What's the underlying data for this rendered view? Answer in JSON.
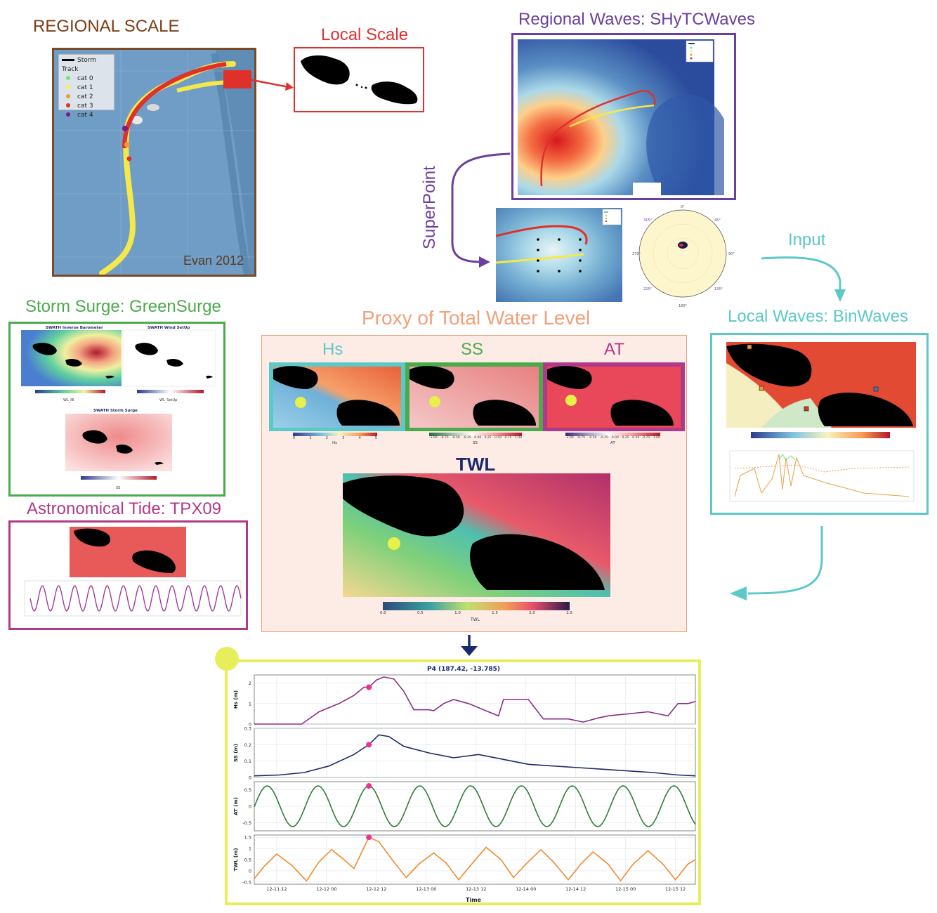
{
  "titles": {
    "regional_scale": "REGIONAL SCALE",
    "local_scale": "Local Scale",
    "regional_waves": "Regional Waves: SHyTCWaves",
    "superpoint": "SuperPoint",
    "input": "Input",
    "local_waves": "Local Waves: BinWaves",
    "storm_surge": "Storm Surge: GreenSurge",
    "astronomical_tide": "Astronomical Tide: TPX09",
    "proxy_twl": "Proxy of Total Water Level",
    "hs": "Hs",
    "ss": "SS",
    "at": "AT",
    "twl": "TWL"
  },
  "regional_map": {
    "credit": "Evan 2012",
    "legend": [
      {
        "label": "Storm Track",
        "color": "#000000"
      },
      {
        "label": "cat 0",
        "color": "#7be07b"
      },
      {
        "label": "cat 1",
        "color": "#f6ef5b"
      },
      {
        "label": "cat 2",
        "color": "#f39a32"
      },
      {
        "label": "cat 3",
        "color": "#e0302a"
      },
      {
        "label": "cat 4",
        "color": "#7a1a8a"
      }
    ]
  },
  "storm_surge": {
    "panels": [
      {
        "title": "SWATH Inverse Barometer",
        "xlabel": "WL_IB"
      },
      {
        "title": "SWATH Wind SetUp",
        "xlabel": "WL_SetUp"
      },
      {
        "title": "SWATH Storm Surge",
        "xlabel": "SS"
      }
    ]
  },
  "proxy_colorbars": {
    "hs": {
      "label": "Hs",
      "ticks": [
        "0",
        "1",
        "2",
        "3",
        "4",
        "5"
      ]
    },
    "ss": {
      "label": "SS",
      "ticks": [
        "-1.00",
        "-0.75",
        "-0.50",
        "-0.25",
        "0.00",
        "0.25",
        "0.50",
        "0.75",
        "1.00"
      ]
    },
    "at": {
      "label": "AT",
      "ticks": [
        "-1.00",
        "-0.75",
        "-0.50",
        "-0.25",
        "0.00",
        "0.25",
        "0.50",
        "0.75",
        "1.00"
      ]
    },
    "twl": {
      "label": "TWL",
      "ticks": [
        "0.0",
        "0.5",
        "1.0",
        "1.5",
        "2.0",
        "2.5"
      ]
    }
  },
  "polar": {
    "labels": [
      "0°",
      "45°",
      "90°",
      "135°",
      "180°",
      "225°",
      "270°",
      "315°"
    ]
  },
  "chart_data": [
    {
      "type": "line",
      "title": "P4   (187.42, -13.785)",
      "xlabel": "Time",
      "x_ticks": [
        "12-11 12",
        "12-12 00",
        "12-12 12",
        "12-13 00",
        "12-13 12",
        "12-14 00",
        "12-14 12",
        "12-15 00",
        "12-15 12"
      ],
      "x_range": [
        0,
        8.85
      ],
      "marker_x": 2.3,
      "marker_color": "#e8358e",
      "series": [
        {
          "ylabel": "Hs (m)",
          "color": "#8a2b8a",
          "ylim": [
            0,
            2.4
          ],
          "yticks": [
            0,
            1,
            2
          ],
          "x": [
            0,
            0.5,
            0.95,
            1.3,
            1.7,
            2.0,
            2.2,
            2.3,
            2.45,
            2.6,
            2.8,
            3.0,
            3.2,
            3.5,
            3.6,
            3.8,
            4.0,
            4.3,
            4.6,
            4.9,
            5.0,
            5.5,
            5.8,
            6.0,
            6.3,
            6.6,
            6.9,
            7.1,
            7.5,
            7.9,
            8.1,
            8.3,
            8.5,
            8.7,
            8.85
          ],
          "y": [
            0,
            0,
            0,
            0.6,
            1.0,
            1.4,
            1.8,
            1.8,
            2.15,
            2.3,
            2.2,
            1.6,
            0.7,
            0.7,
            0.65,
            1.0,
            1.2,
            1.0,
            0.7,
            0.4,
            1.2,
            1.2,
            0.25,
            0.25,
            0.25,
            0.1,
            0.3,
            0.4,
            0.5,
            0.6,
            0.5,
            0.4,
            1.0,
            1.0,
            1.1
          ]
        },
        {
          "ylabel": "SS (m)",
          "color": "#1b2a6b",
          "ylim": [
            0,
            0.3
          ],
          "yticks": [
            0.0,
            0.1,
            0.2,
            0.3
          ],
          "x": [
            0,
            0.5,
            1.0,
            1.5,
            2.0,
            2.3,
            2.5,
            2.7,
            3.0,
            3.5,
            4.0,
            4.5,
            5.0,
            5.5,
            6.0,
            6.5,
            7.0,
            7.5,
            8.0,
            8.5,
            8.85
          ],
          "y": [
            0.01,
            0.015,
            0.03,
            0.07,
            0.14,
            0.2,
            0.26,
            0.25,
            0.19,
            0.15,
            0.12,
            0.14,
            0.11,
            0.08,
            0.07,
            0.06,
            0.05,
            0.04,
            0.03,
            0.015,
            0.01
          ]
        },
        {
          "ylabel": "AT (m)",
          "color": "#2e7d32",
          "ylim": [
            -0.75,
            0.75
          ],
          "yticks": [
            -0.5,
            0.0,
            0.5
          ],
          "func": "sin",
          "amp": 0.62,
          "period": 1.02,
          "phase_x": 2.3
        },
        {
          "ylabel": "TWL (m)",
          "color": "#f08a2c",
          "ylim": [
            -0.6,
            1.6
          ],
          "yticks": [
            -0.5,
            0.0,
            0.5,
            1.0,
            1.5
          ],
          "x": [
            0,
            0.2,
            0.45,
            0.75,
            1.05,
            1.3,
            1.55,
            1.8,
            2.0,
            2.3,
            2.5,
            2.8,
            3.05,
            3.3,
            3.6,
            3.85,
            4.1,
            4.4,
            4.65,
            4.95,
            5.2,
            5.45,
            5.75,
            6.0,
            6.3,
            6.55,
            6.8,
            7.1,
            7.35,
            7.6,
            7.9,
            8.2,
            8.45,
            8.7,
            8.85
          ],
          "y": [
            -0.35,
            0.2,
            0.75,
            0.25,
            -0.45,
            0.4,
            0.95,
            0.5,
            0.1,
            1.5,
            1.3,
            0.4,
            -0.3,
            0.3,
            0.8,
            0.35,
            -0.4,
            0.4,
            1.05,
            0.5,
            -0.3,
            0.3,
            0.95,
            0.4,
            -0.4,
            0.3,
            0.85,
            0.3,
            -0.45,
            0.3,
            0.9,
            0.3,
            -0.4,
            0.3,
            0.5
          ]
        }
      ]
    }
  ]
}
